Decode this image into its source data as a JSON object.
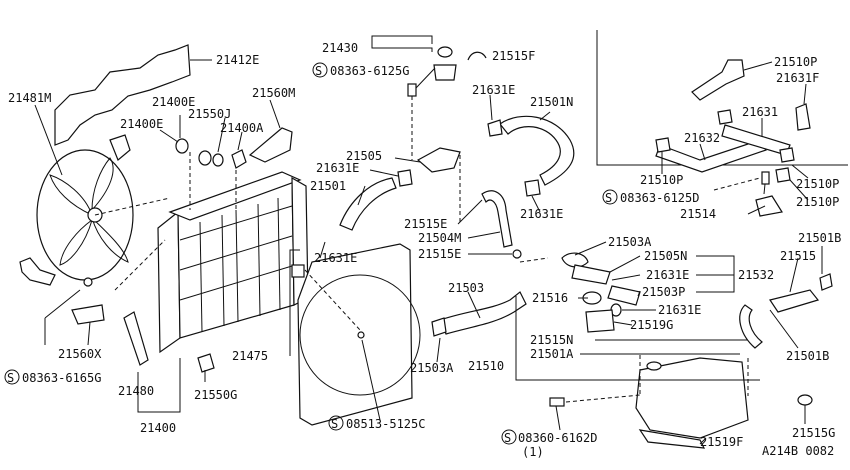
{
  "colors": {
    "ink": "#111111",
    "paper": "#ffffff"
  },
  "callouts": {
    "c21412E": "21412E",
    "c21481M": "21481M",
    "c21400E_a": "21400E",
    "c21550J": "21550J",
    "c21560M": "21560M",
    "c21400E_b": "21400E",
    "c21400A": "21400A",
    "c21430": "21430",
    "c21515F": "21515F",
    "c08363_6125G": "08363-6125G",
    "c21631E_a": "21631E",
    "c21501N": "21501N",
    "c21505": "21505",
    "c21631E_b": "21631E",
    "c21501": "21501",
    "c21631E_c": "21631E",
    "c21515E_a": "21515E",
    "c21504M": "21504M",
    "c21515E_b": "21515E",
    "c21631E_d": "21631E",
    "c21503A_a": "21503A",
    "c21505N": "21505N",
    "c21631E_e": "21631E",
    "c21532": "21532",
    "c21503P": "21503P",
    "c21503": "21503",
    "c21516": "21516",
    "c21631E_f": "21631E",
    "c21519G": "21519G",
    "c21515N": "21515N",
    "c21501A": "21501A",
    "c21510": "21510",
    "c21503A_b": "21503A",
    "c21475": "21475",
    "c21560X": "21560X",
    "c08363_6165G": "08363-6165G",
    "c21480": "21480",
    "c21550G": "21550G",
    "c21400": "21400",
    "c08513_5125C": "08513-5125C",
    "c08360_6162D": "08360-6162D",
    "c08360_qty": "(1)",
    "c21519F": "21519F",
    "c21515G": "21515G",
    "c21501B_a": "21501B",
    "c21515": "21515",
    "c21501B_b": "21501B",
    "c21510P_a": "21510P",
    "c21631F": "21631F",
    "c21631": "21631",
    "c21632": "21632",
    "c21510P_b": "21510P",
    "c21510P_c": "21510P",
    "c08363_6125D": "08363-6125D",
    "c21510P_d": "21510P",
    "c21514": "21514"
  },
  "footer": {
    "diagram_code": "A214B 0082"
  },
  "symbols": {
    "screw_prefix": "S"
  }
}
